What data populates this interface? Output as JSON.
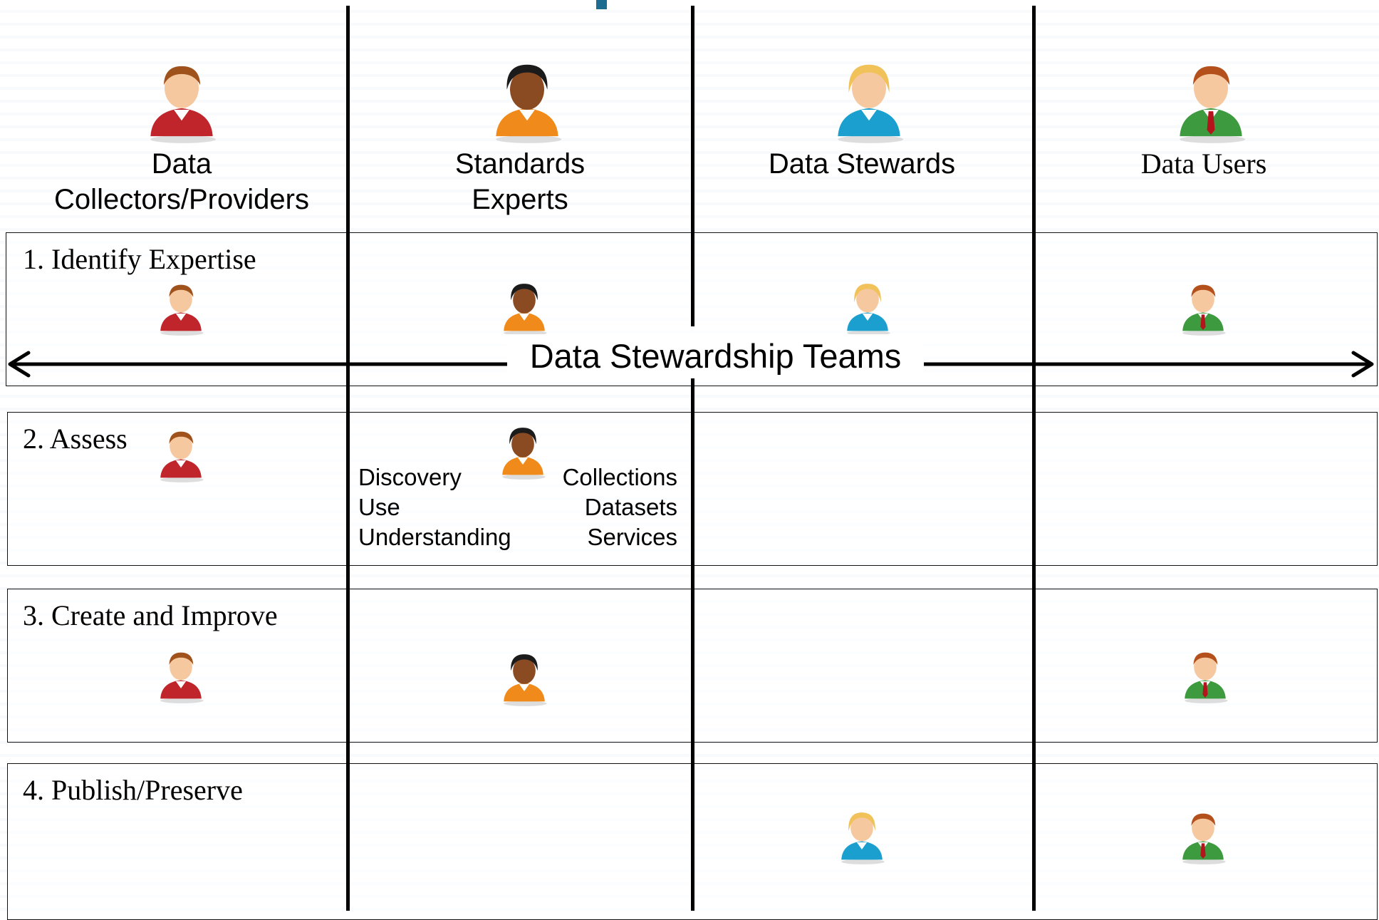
{
  "roles": [
    {
      "id": "collectors",
      "label": "Data Collectors/Providers",
      "line1": "Data",
      "line2": "Collectors/Providers",
      "color": "#c0252b",
      "hair": "#a0521d",
      "icon": "person-red-icon"
    },
    {
      "id": "experts",
      "label": "Standards Experts",
      "line1": "Standards",
      "line2": "Experts",
      "color": "#f08a1b",
      "hair": "#1b1b1b",
      "icon": "person-orange-icon"
    },
    {
      "id": "stewards",
      "label": "Data Stewards",
      "line1": "Data Stewards",
      "color": "#1b9fce",
      "hair": "#f2c25a",
      "icon": "person-blue-icon"
    },
    {
      "id": "users",
      "label": "Data Users",
      "line1": "Data Users",
      "color": "#3d9a3f",
      "hair": "#b4501c",
      "icon": "person-green-icon"
    }
  ],
  "steps": [
    {
      "label": "1. Identify Expertise",
      "participants": [
        "collectors",
        "experts",
        "stewards",
        "users"
      ]
    },
    {
      "label": "2. Assess",
      "participants": [
        "collectors",
        "experts"
      ]
    },
    {
      "label": "3. Create and Improve",
      "participants": [
        "collectors",
        "experts",
        "users"
      ]
    },
    {
      "label": "4. Publish/Preserve",
      "participants": [
        "stewards",
        "users"
      ]
    }
  ],
  "teams_label": "Data Stewardship Teams",
  "assess": {
    "left": [
      "Discovery",
      "Use",
      "Understanding"
    ],
    "right": [
      "Collections",
      "Datasets",
      "Services"
    ]
  }
}
